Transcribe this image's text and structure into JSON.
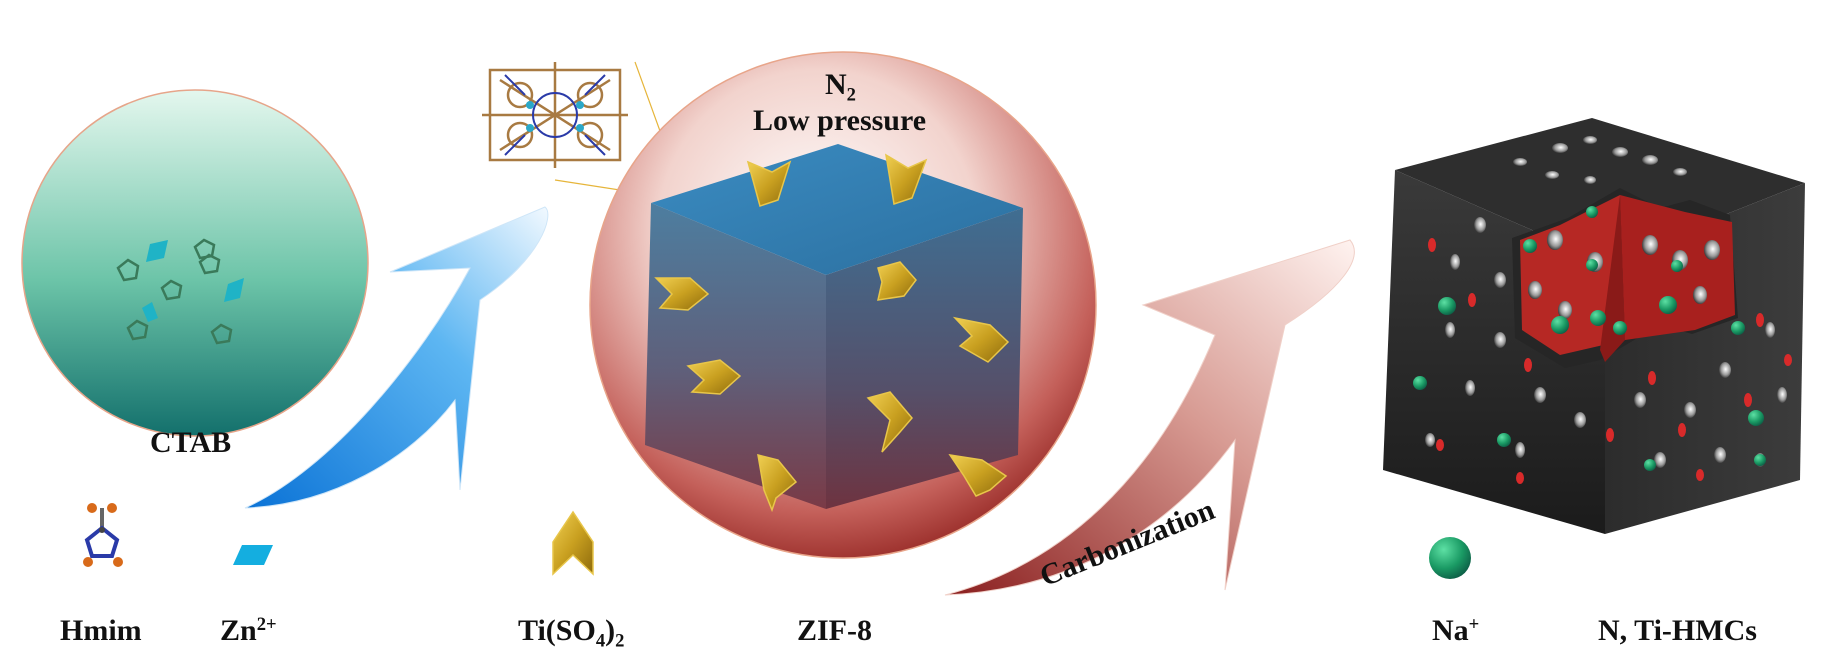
{
  "labels": {
    "ctab": "CTAB",
    "n2": "N",
    "n2_sub": "2",
    "low_pressure": "Low pressure",
    "carbonization": "Carbonization",
    "hmim": "Hmim",
    "zn": "Zn",
    "zn_sup": "2+",
    "ti_pre": "Ti(SO",
    "ti_sub": "4",
    "ti_post": ")",
    "ti_sub2": "2",
    "zif": "ZIF-8",
    "na": "Na",
    "na_sup": "+",
    "product": "N, Ti-HMCs"
  },
  "colors": {
    "ctab_sphere_top": "#d7f3e6",
    "ctab_sphere_bottom": "#1a7a72",
    "blue_arrow": "#1a8fe0",
    "red_sphere": "#9e2a22",
    "cube_top": "#2f7fb5",
    "cube_front_bottom": "#7a3f48",
    "ti_marker": "#c9a21e",
    "red_arrow": "#8f2020",
    "carbon": "#2a2a2a",
    "interior": "#b72a26",
    "na_green": "#1f9b6a"
  }
}
